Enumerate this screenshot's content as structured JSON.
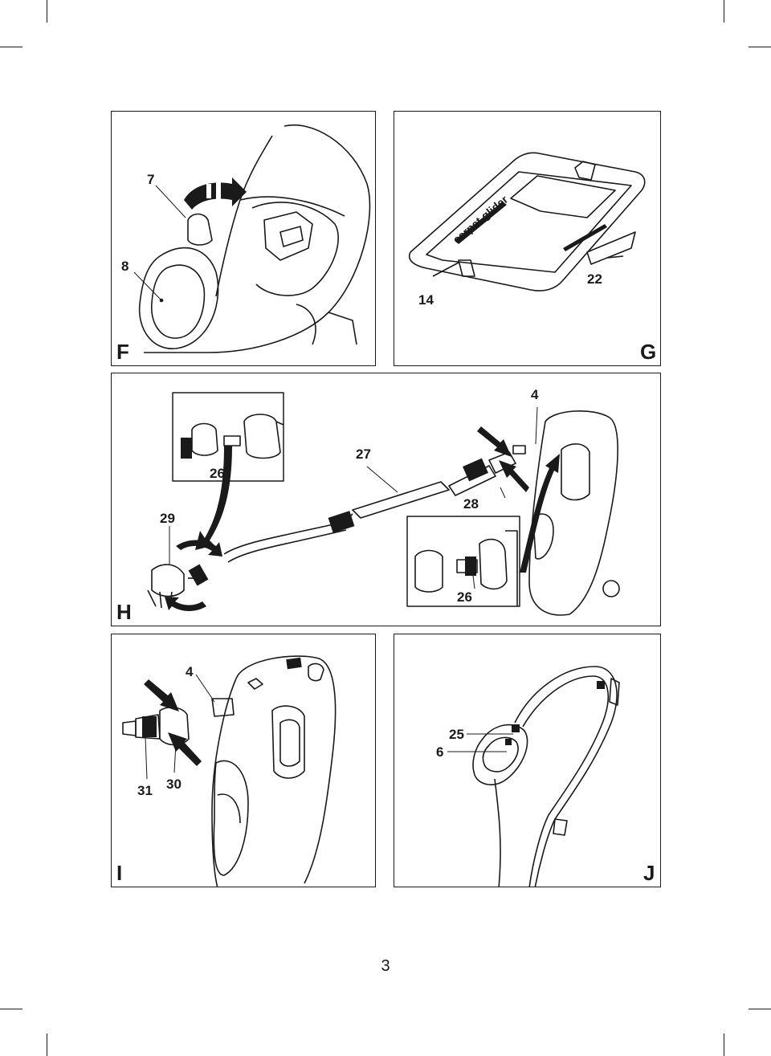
{
  "page_number": "3",
  "panels": {
    "F": {
      "letter": "F",
      "callouts": {
        "c7": "7",
        "c8": "8"
      }
    },
    "G": {
      "letter": "G",
      "callouts": {
        "c14": "14",
        "c22": "22"
      },
      "tray_brand": "carpet glider"
    },
    "H": {
      "letter": "H",
      "callouts": {
        "c26a": "26",
        "c27": "27",
        "c4": "4",
        "c29": "29",
        "c28": "28",
        "c26b": "26"
      }
    },
    "I": {
      "letter": "I",
      "callouts": {
        "c4": "4",
        "c31": "31",
        "c30": "30"
      }
    },
    "J": {
      "letter": "J",
      "callouts": {
        "c25": "25",
        "c6": "6"
      }
    }
  }
}
